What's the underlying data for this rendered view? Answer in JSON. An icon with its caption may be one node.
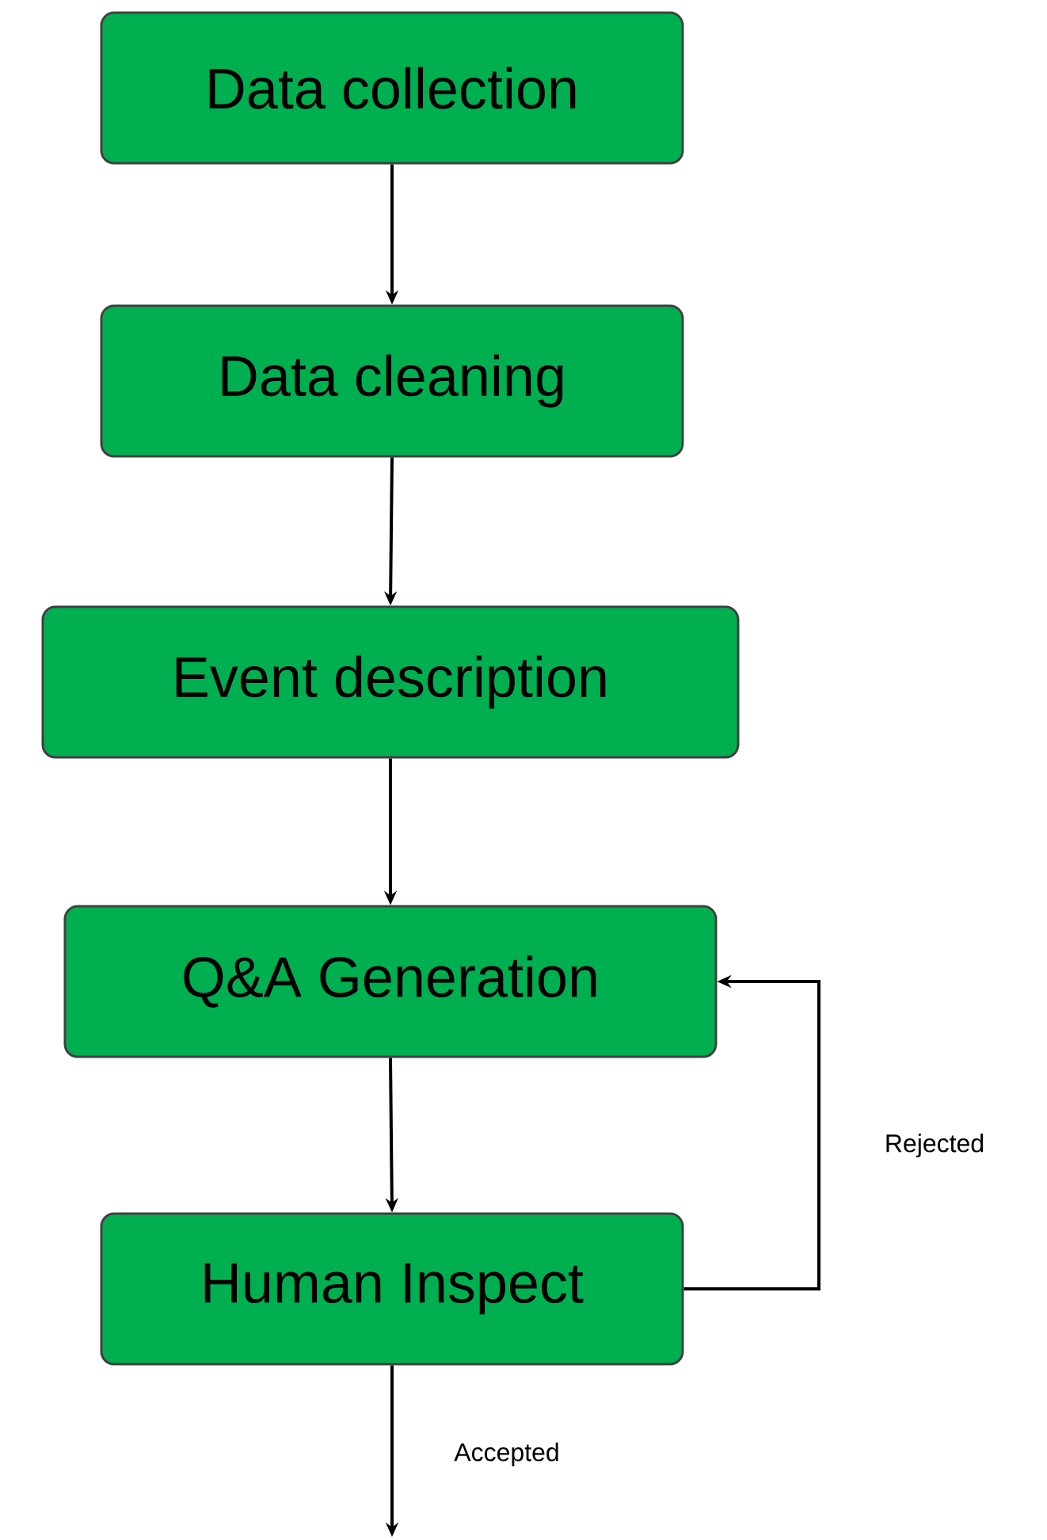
{
  "diagram": {
    "nodes": [
      {
        "text": [
          "Data collection"
        ]
      },
      {
        "text": [
          "Data cleaning"
        ]
      },
      {
        "text": [
          "Event description"
        ]
      },
      {
        "text": [
          "Q&A Generation"
        ]
      },
      {
        "text": [
          "Human Inspect"
        ]
      }
    ],
    "edges": [
      {
        "from": 0,
        "to": 1,
        "arrow": "to"
      },
      {
        "from": 1,
        "to": 2,
        "arrow": "to"
      },
      {
        "from": 2,
        "to": 3,
        "arrow": "to"
      },
      {
        "from": 3,
        "to": 4,
        "arrow": "to"
      },
      {
        "from": 4,
        "to": 3,
        "arrow": "to",
        "label": "Rejected"
      },
      {
        "from": 4,
        "to": null,
        "arrow": "to",
        "label": "Accepted"
      }
    ]
  }
}
